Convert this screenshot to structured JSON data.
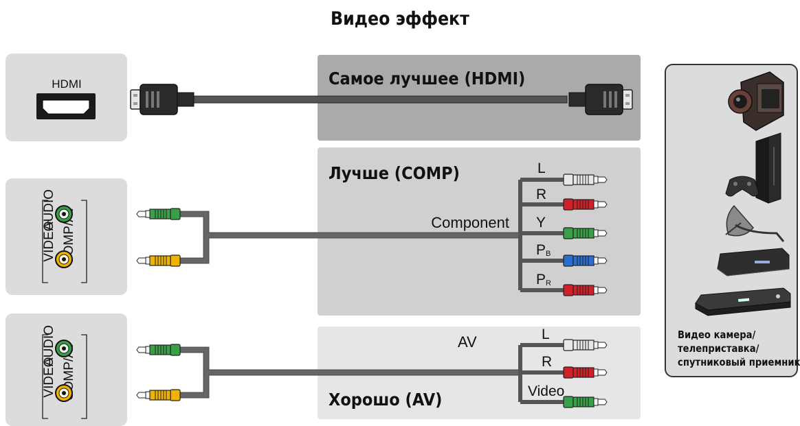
{
  "title": "Видео эффект",
  "hdmi_port_label": "HDMI",
  "sections": {
    "hdmi": "Самое лучшее (HDMI)",
    "comp": "Лучше (COMP)",
    "av": "Хорошо (AV)"
  },
  "component_label": "Component",
  "av_label": "AV",
  "comp_wires": [
    "L",
    "R",
    "Y",
    "P",
    "P"
  ],
  "comp_wire_subs": [
    "",
    "",
    "",
    "B",
    "R"
  ],
  "av_wires": [
    "L",
    "R",
    "Video"
  ],
  "jack_labels": {
    "video": "VIDEO",
    "audio": "AUDIO",
    "comp_av": "COMP/AV"
  },
  "side_caption": [
    "Видео камера/",
    "телеприставка/",
    "спутниковый приемник"
  ],
  "colors": {
    "white_plug": "#e8e8e8",
    "red_plug": "#d0202a",
    "green_plug": "#3aa048",
    "blue_plug": "#2a6fd0",
    "yellow_plug": "#f0b400",
    "cable": "#555555"
  }
}
